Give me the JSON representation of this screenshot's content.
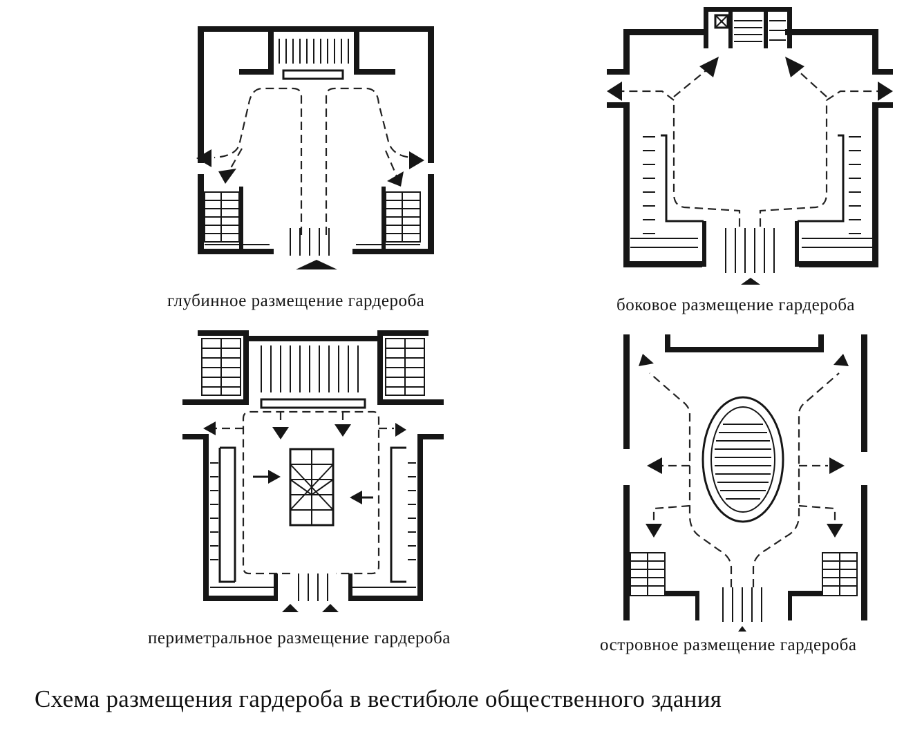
{
  "diagrams": [
    {
      "caption": "глубинное размещение гардероба"
    },
    {
      "caption": "боковое размещение гардероба"
    },
    {
      "caption": "периметральное размещение гардероба"
    },
    {
      "caption": "островное размещение гардероба"
    }
  ],
  "figure_caption": "Схема размещения гардероба в вестибюле общественного здания",
  "colors": {
    "ink": "#161616",
    "paper": "#ffffff"
  }
}
